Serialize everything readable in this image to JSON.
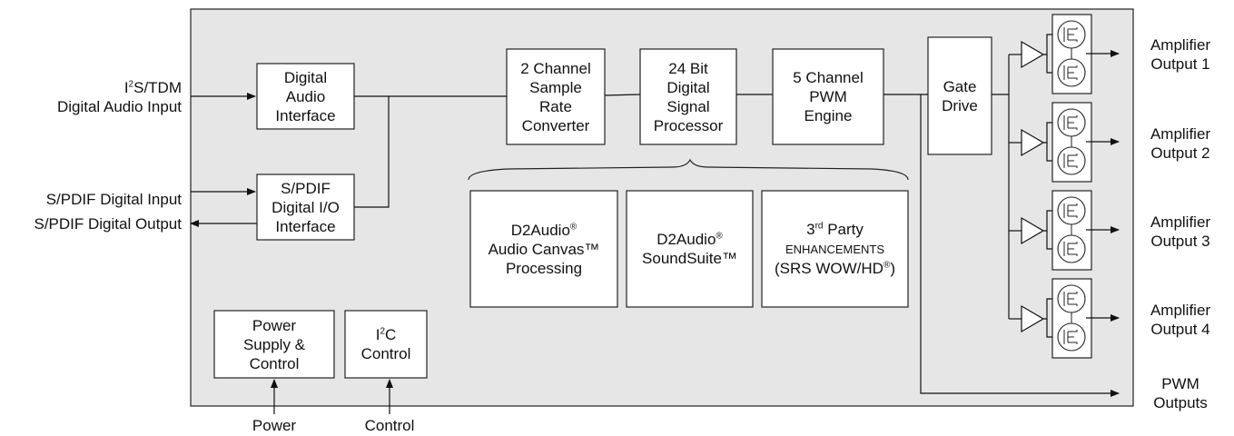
{
  "inputs": {
    "i2s_main": "S/TDM",
    "i2s_prefix": "I",
    "i2s_sup": "2",
    "i2s_line2": "Digital Audio Input",
    "spdif_in": "S/PDIF Digital Input",
    "spdif_out": "S/PDIF Digital Output",
    "power": "Power",
    "control": "Control"
  },
  "blocks": {
    "dai": [
      "Digital",
      "Audio",
      "Interface"
    ],
    "spdif": [
      "S/PDIF",
      "Digital I/O",
      "Interface"
    ],
    "src": [
      "2 Channel",
      "Sample",
      "Rate",
      "Converter"
    ],
    "dsp": [
      "24 Bit",
      "Digital",
      "Signal",
      "Processor"
    ],
    "pwm": [
      "5 Channel",
      "PWM",
      "Engine"
    ],
    "gate": [
      "Gate",
      "Drive"
    ],
    "psu": [
      "Power",
      "Supply &",
      "Control"
    ],
    "i2c_prefix": "I",
    "i2c_sup": "2",
    "i2c_rest": "C",
    "i2c_line2": "Control"
  },
  "enhancements": {
    "canvas_brand": "D2Audio",
    "canvas_reg": "®",
    "canvas_line2": "Audio Canvas™",
    "canvas_line3": "Processing",
    "suite_brand": "D2Audio",
    "suite_reg": "®",
    "suite_line2": "SoundSuite™",
    "party_num": "3",
    "party_sup": "rd",
    "party_word": " Party",
    "party_line2": "ENHANCEMENTS",
    "party_line3a": "(SRS WOW/HD",
    "party_line3reg": "®",
    "party_line3b": ")"
  },
  "outputs": {
    "amp1": [
      "Amplifier",
      "Output 1"
    ],
    "amp2": [
      "Amplifier",
      "Output 2"
    ],
    "amp3": [
      "Amplifier",
      "Output 3"
    ],
    "amp4": [
      "Amplifier",
      "Output 4"
    ],
    "pwm": [
      "PWM",
      "Outputs"
    ]
  }
}
